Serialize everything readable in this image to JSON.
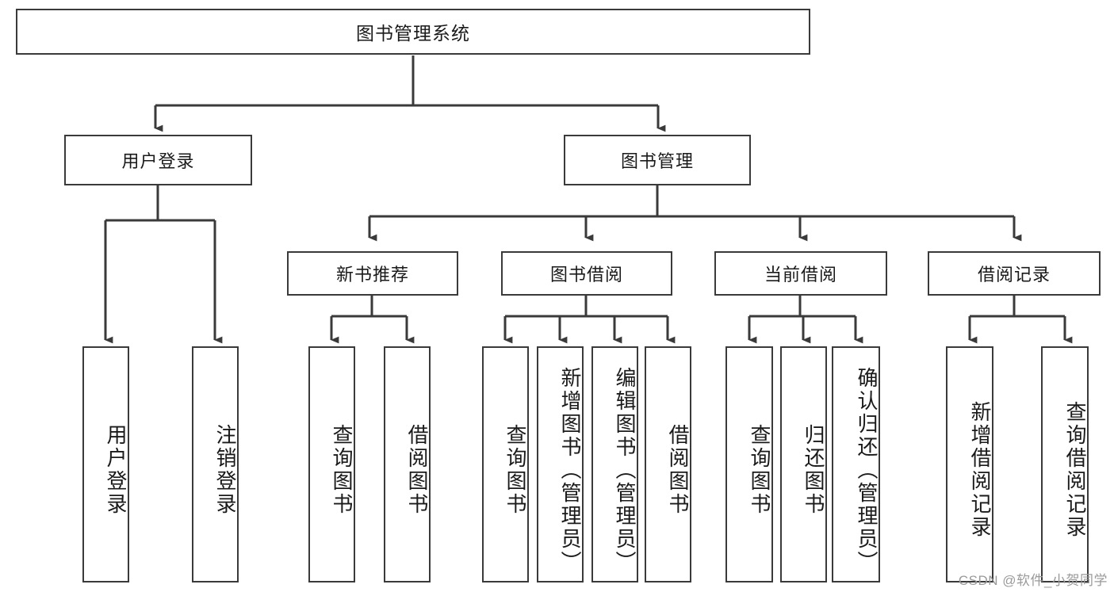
{
  "diagram": {
    "title": "图书管理系统",
    "type": "tree-hierarchy-diagram",
    "root": {
      "id": "root",
      "label": "图书管理系统"
    },
    "level2": [
      {
        "id": "user-login",
        "label": "用户登录"
      },
      {
        "id": "book-manage",
        "label": "图书管理"
      }
    ],
    "level3": [
      {
        "id": "new-book-rec",
        "label": "新书推荐"
      },
      {
        "id": "book-borrow",
        "label": "图书借阅"
      },
      {
        "id": "current-borrow",
        "label": "当前借阅"
      },
      {
        "id": "borrow-record",
        "label": "借阅记录"
      }
    ],
    "leaves": {
      "user_login": [
        {
          "id": "leaf-user-login",
          "label": "用户登录"
        },
        {
          "id": "leaf-user-logout",
          "label": "注销登录"
        }
      ],
      "new_book_rec": [
        {
          "id": "leaf-query-book-1",
          "label": "查询图书"
        },
        {
          "id": "leaf-borrow-book-1",
          "label": "借阅图书"
        }
      ],
      "book_borrow": [
        {
          "id": "leaf-query-book-2",
          "label": "查询图书"
        },
        {
          "id": "leaf-add-book",
          "label": "新增图书（管理员）"
        },
        {
          "id": "leaf-edit-book",
          "label": "编辑图书（管理员）"
        },
        {
          "id": "leaf-borrow-book-2",
          "label": "借阅图书"
        }
      ],
      "current_borrow": [
        {
          "id": "leaf-query-book-3",
          "label": "查询图书"
        },
        {
          "id": "leaf-return-book",
          "label": "归还图书"
        },
        {
          "id": "leaf-confirm-return",
          "label": "确认归还（管理员）"
        }
      ],
      "borrow_record": [
        {
          "id": "leaf-add-record",
          "label": "新增借阅记录"
        },
        {
          "id": "leaf-query-record",
          "label": "查询借阅记录"
        }
      ]
    }
  },
  "watermark": {
    "text": "CSDN @软件_小贺同学"
  },
  "colors": {
    "stroke": "#3a3a3a",
    "background": "#ffffff",
    "text": "#1a1a1a",
    "watermark": "#9a9a9a"
  }
}
